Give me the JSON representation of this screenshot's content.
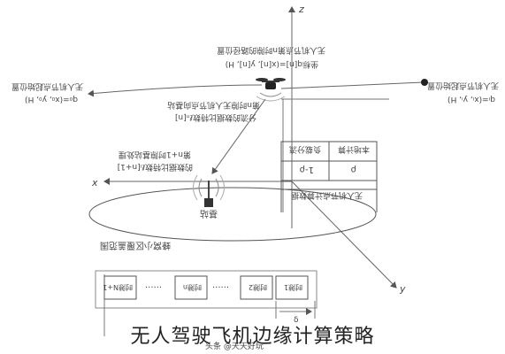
{
  "caption": "无人驾驶飞机边缘计算策略",
  "axes": {
    "z": "z",
    "x": "x",
    "y": "y"
  },
  "uav_position": {
    "line1": "无人机节点第n时隙的路径位置",
    "line2": "坐标q[n]=(x[n], y[n], H)"
  },
  "start_position": {
    "line1": "无人机节点起始位置",
    "line2": "q₀=(x₀, y₀, H)"
  },
  "end_position": {
    "line1": "无人机节点起始位置",
    "line2": "qᵢ=(xᵢ, yᵢ, H)"
  },
  "uav_to_bs": {
    "line1": "第n时隙无人机节点向基站",
    "line2": "分流的数据比特数ℓₙ[n]"
  },
  "bs_to_uav": {
    "line1": "第n+1时隙基站处理",
    "line2": "的数据比特数ℓᵢ[n+1]"
  },
  "base_station": "基站",
  "coverage": "蜂窝小区覆盖范围",
  "split_table": {
    "header": [
      "负载分流",
      "本地计算"
    ],
    "values": [
      "1-ρ",
      "ρ"
    ],
    "caption": "无人机节点计算数据"
  },
  "timeline": {
    "slots": [
      "时隙N+1",
      "时隙n",
      "时隙2",
      "时隙1"
    ],
    "ellipsis": "······",
    "delta": "δ"
  },
  "watermark": "头条 @天天好玩"
}
